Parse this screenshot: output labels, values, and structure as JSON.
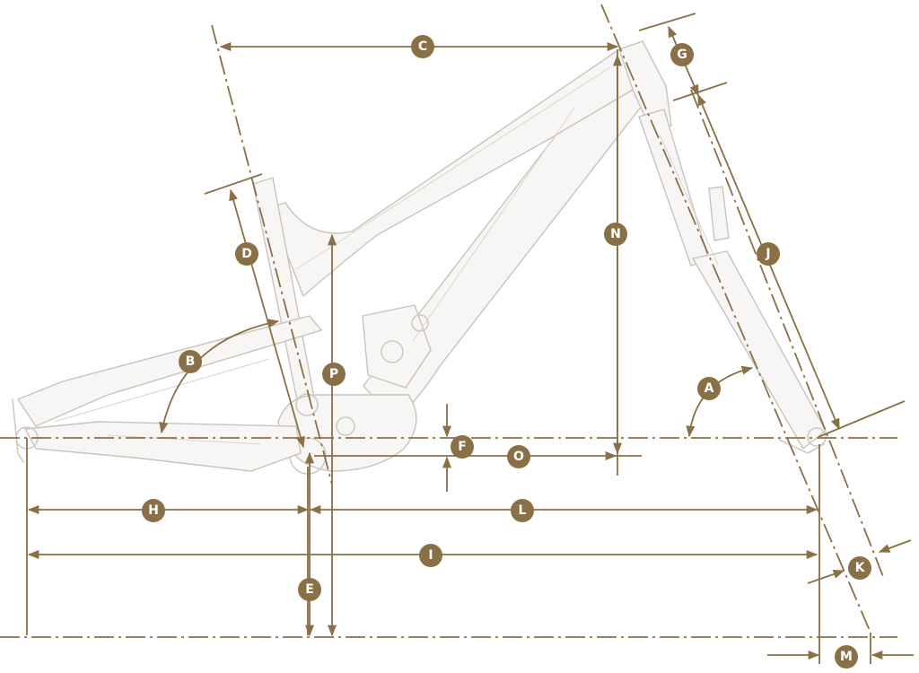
{
  "colors": {
    "accent": "#8a7046",
    "frame_stroke": "#cfcac3",
    "frame_fill": "#f7f6f4",
    "callout_text": "#ffffff"
  },
  "callouts": {
    "A": "A",
    "B": "B",
    "C": "C",
    "D": "D",
    "E": "E",
    "F": "F",
    "G": "G",
    "H": "H",
    "I": "I",
    "J": "J",
    "K": "K",
    "L": "L",
    "M": "M",
    "N": "N",
    "O": "O",
    "P": "P"
  }
}
